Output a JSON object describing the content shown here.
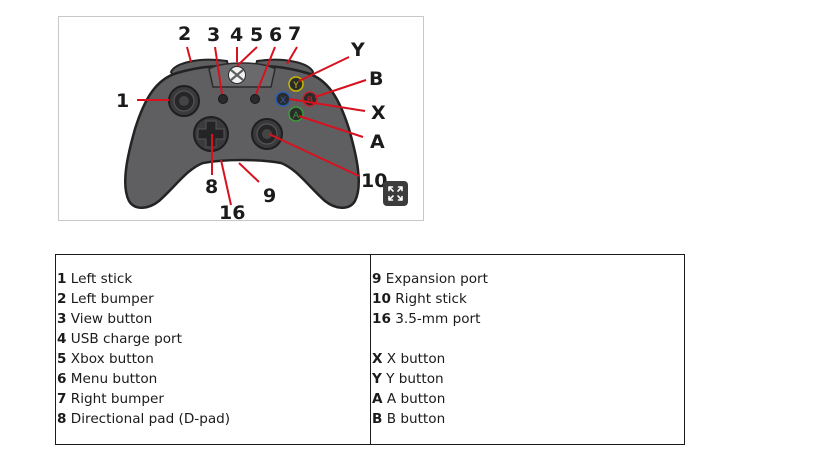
{
  "diagram": {
    "callouts": {
      "c1": "1",
      "c2": "2",
      "c3": "3",
      "c4": "4",
      "c5": "5",
      "c6": "6",
      "c7": "7",
      "cY": "Y",
      "cB": "B",
      "cX": "X",
      "cA": "A",
      "c10": "10",
      "c8": "8",
      "c9": "9",
      "c16": "16"
    },
    "button_glyphs": {
      "y": "Y",
      "b": "B",
      "x": "X",
      "a": "A"
    },
    "colors": {
      "body": "#5f5f62",
      "outline": "#232323",
      "leader": "#d8111f",
      "btn_y": "#c8b900",
      "btn_b": "#c8232b",
      "btn_x": "#2a5fb4",
      "btn_a": "#3e9b3a"
    },
    "icons": {
      "xbox_logo": "xbox-logo-icon",
      "expand": "expand-arrows-icon"
    }
  },
  "legend": {
    "left": [
      {
        "num": "1",
        "label": " Left stick"
      },
      {
        "num": "2",
        "label": " Left bumper"
      },
      {
        "num": "3",
        "label": " View button"
      },
      {
        "num": "4",
        "label": " USB charge port"
      },
      {
        "num": "5",
        "label": " Xbox button"
      },
      {
        "num": "6",
        "label": " Menu button"
      },
      {
        "num": "7",
        "label": " Right bumper"
      },
      {
        "num": "8",
        "label": " Directional pad (D-pad)"
      }
    ],
    "right_ports": [
      {
        "num": "9",
        "label": " Expansion port"
      },
      {
        "num": "10",
        "label": " Right stick"
      },
      {
        "num": "16",
        "label": " 3.5-mm port"
      }
    ],
    "right_buttons": [
      {
        "num": "X",
        "label": " X button"
      },
      {
        "num": "Y",
        "label": " Y button"
      },
      {
        "num": "A",
        "label": " A button"
      },
      {
        "num": "B",
        "label": " B button"
      }
    ]
  }
}
